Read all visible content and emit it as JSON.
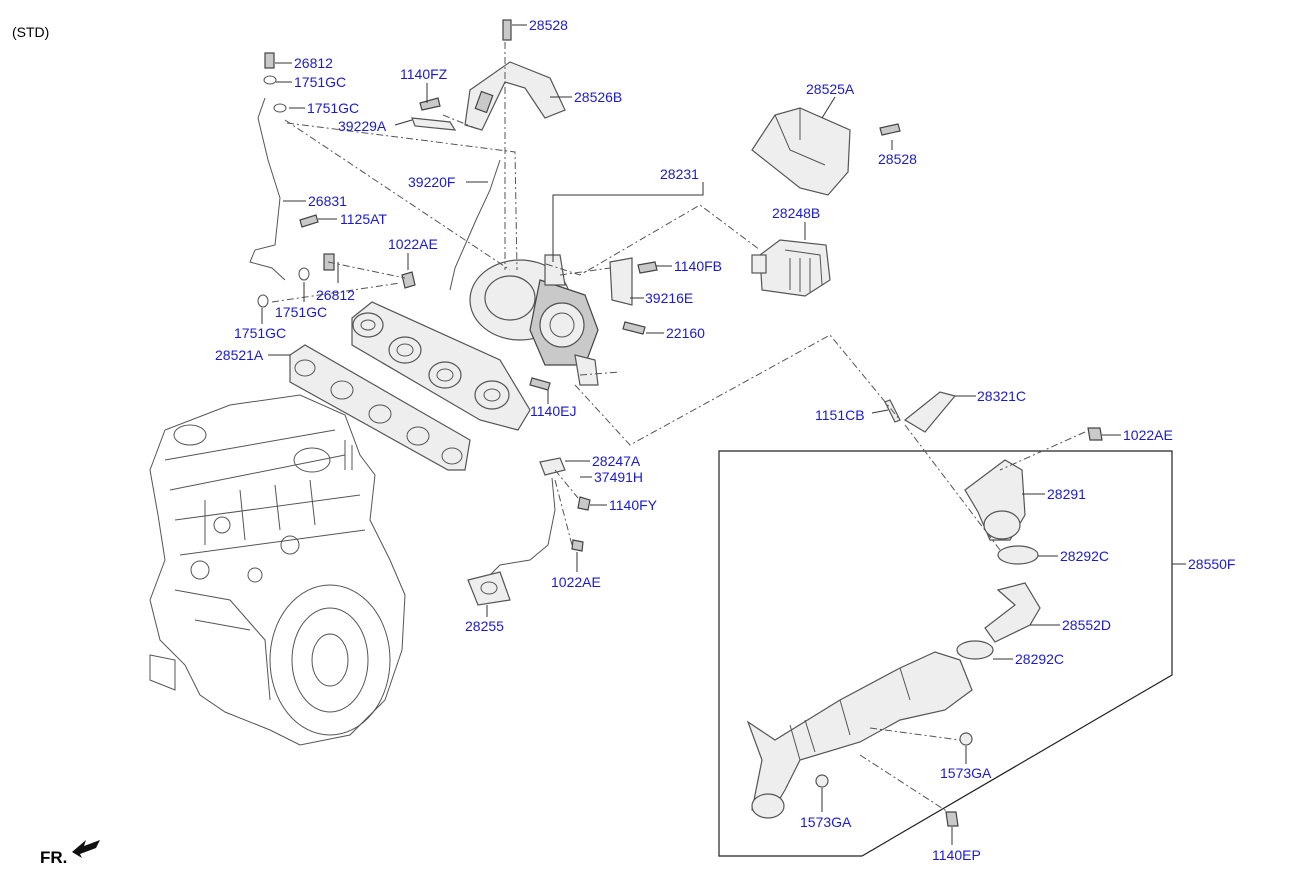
{
  "variant": "(STD)",
  "direction_marker": "FR.",
  "part_labels": [
    {
      "code": "28528"
    },
    {
      "code": "26812"
    },
    {
      "code": "1751GC"
    },
    {
      "code": "1140FZ"
    },
    {
      "code": "28526B"
    },
    {
      "code": "1751GC"
    },
    {
      "code": "39229A"
    },
    {
      "code": "28525A"
    },
    {
      "code": "28528"
    },
    {
      "code": "39220F"
    },
    {
      "code": "28231"
    },
    {
      "code": "26831"
    },
    {
      "code": "1125AT"
    },
    {
      "code": "28248B"
    },
    {
      "code": "1022AE"
    },
    {
      "code": "1140FB"
    },
    {
      "code": "26812"
    },
    {
      "code": "39216E"
    },
    {
      "code": "1751GC"
    },
    {
      "code": "22160"
    },
    {
      "code": "1751GC"
    },
    {
      "code": "28521A"
    },
    {
      "code": "28321C"
    },
    {
      "code": "1140EJ"
    },
    {
      "code": "1151CB"
    },
    {
      "code": "1022AE"
    },
    {
      "code": "28247A"
    },
    {
      "code": "37491H"
    },
    {
      "code": "28291"
    },
    {
      "code": "1140FY"
    },
    {
      "code": "28292C"
    },
    {
      "code": "28550F"
    },
    {
      "code": "1022AE"
    },
    {
      "code": "28255"
    },
    {
      "code": "28552D"
    },
    {
      "code": "28292C"
    },
    {
      "code": "1573GA"
    },
    {
      "code": "1573GA"
    },
    {
      "code": "1140EP"
    }
  ]
}
